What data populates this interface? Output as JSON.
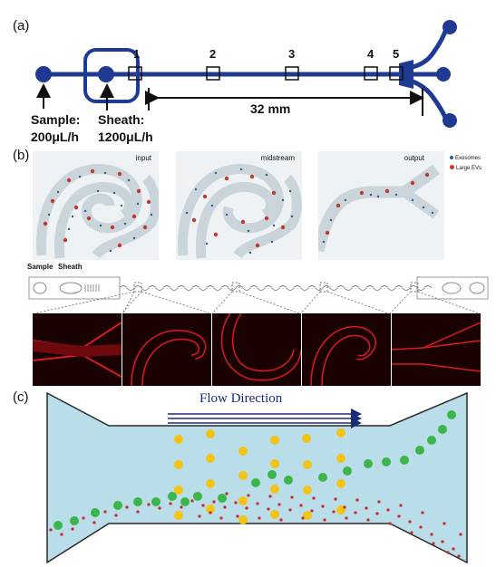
{
  "panels": {
    "a": {
      "label": "(a)",
      "markers": [
        "1",
        "2",
        "3",
        "4",
        "5"
      ],
      "sample_label": "Sample:",
      "sample_rate": "200μL/h",
      "sheath_label": "Sheath:",
      "sheath_rate": "1200μL/h",
      "distance": "32 mm",
      "colors": {
        "channel": "#1f3a93"
      }
    },
    "b": {
      "label": "(b)",
      "views": [
        "input",
        "midstream",
        "output"
      ],
      "legend": [
        "Exosomes",
        "Large EVs"
      ],
      "device_labels": [
        "Sample",
        "Sheath"
      ],
      "colors": {
        "exosome": "#2f5d8a",
        "large_ev": "#c0392b",
        "fluorescence": "#e0202a"
      }
    },
    "c": {
      "label": "(c)",
      "flow_direction": "Flow Direction",
      "colors": {
        "channel": "#b9dde9",
        "large": "#3bb54a",
        "medium": "#f3c316",
        "small": "#c62828"
      }
    }
  }
}
